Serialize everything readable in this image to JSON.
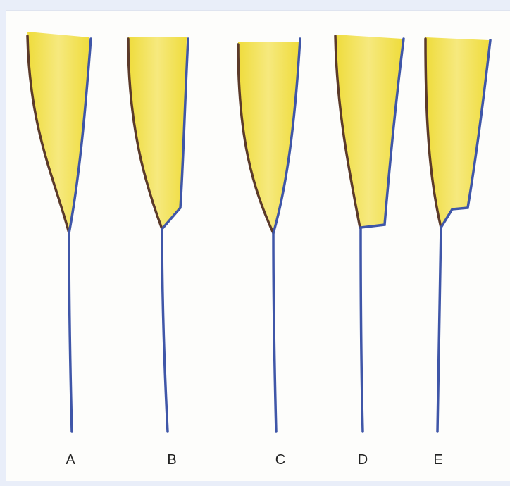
{
  "figure": {
    "labels": [
      "A",
      "B",
      "C",
      "D",
      "E"
    ],
    "colors": {
      "page_background": "#e9eef9",
      "paper": "#fdfdfb",
      "fill": "#efdc3c",
      "fill_highlight": "#f6e97e",
      "root_wall": "#5b3a2a",
      "canal_wall": "#3f56a8",
      "label_text": "#222222"
    }
  }
}
